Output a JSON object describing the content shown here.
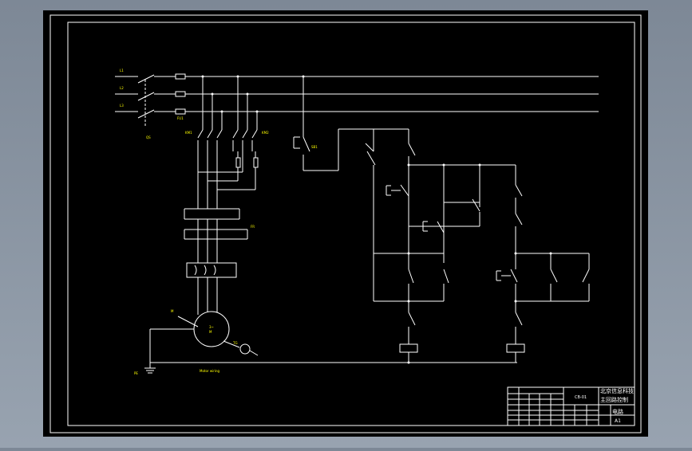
{
  "colors": {
    "background": "#8b95a2",
    "sheet": "#000000",
    "line": "#ffffff",
    "label": "#ffff00"
  },
  "labels": {
    "phase_1": "L1",
    "phase_2": "L2",
    "phase_3": "L3",
    "breaker": "QS",
    "fuses": "FU1",
    "ground": "PE",
    "start_button": "SB1",
    "contactor_forward": "KM1",
    "contactor_reverse": "KM2",
    "thermal_relay": "FR",
    "motor": "M",
    "motor_phase": "3~",
    "motor_label": "M",
    "tacho": "TG",
    "caption": "Motor wiring"
  },
  "title_block": {
    "drawing_no": "CB-01",
    "school": "北京信息科技",
    "subject": "主回路控制",
    "drawing_title": "电路",
    "sheet_size": "A1"
  }
}
